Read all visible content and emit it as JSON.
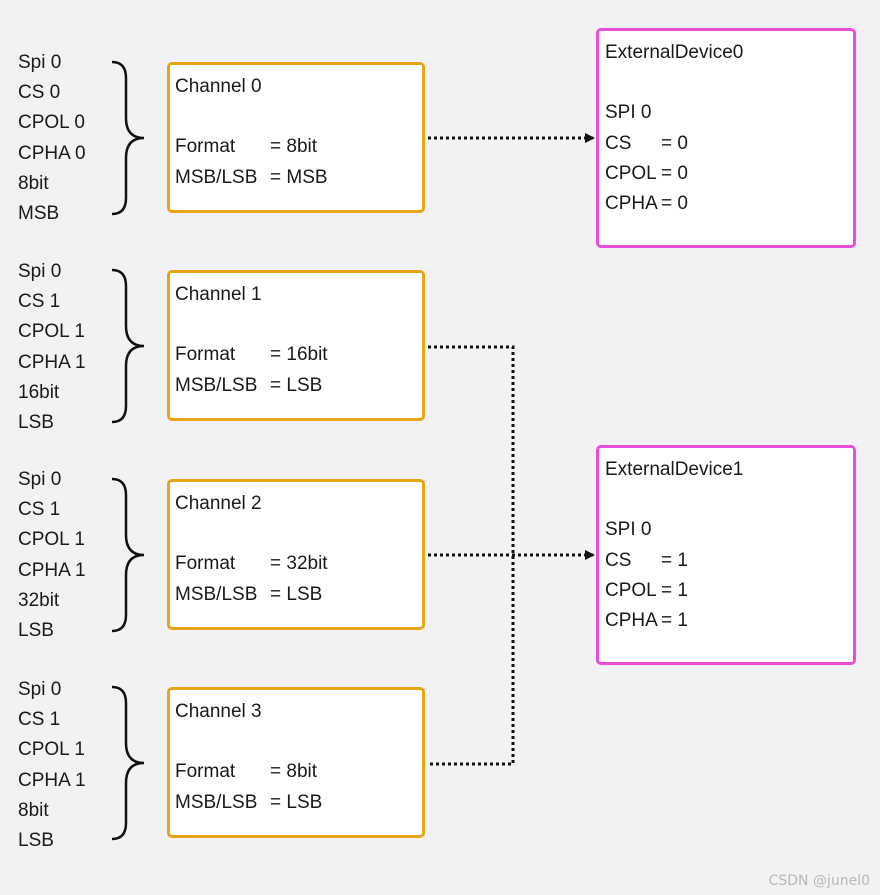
{
  "configs": [
    {
      "lines": [
        "Spi 0",
        "CS 0",
        "CPOL 0",
        "CPHA 0",
        "8bit",
        "MSB"
      ]
    },
    {
      "lines": [
        "Spi 0",
        "CS 1",
        "CPOL 1",
        "CPHA 1",
        "16bit",
        "LSB"
      ]
    },
    {
      "lines": [
        "Spi 0",
        "CS 1",
        "CPOL 1",
        "CPHA 1",
        "32bit",
        "LSB"
      ]
    },
    {
      "lines": [
        "Spi 0",
        "CS 1",
        "CPOL 1",
        "CPHA 1",
        "8bit",
        "LSB"
      ]
    }
  ],
  "channels": [
    {
      "title": "Channel 0",
      "format_label": "Format",
      "format_value": "= 8bit",
      "order_label": "MSB/LSB",
      "order_value": "= MSB"
    },
    {
      "title": "Channel 1",
      "format_label": "Format",
      "format_value": "= 16bit",
      "order_label": "MSB/LSB",
      "order_value": "= LSB"
    },
    {
      "title": "Channel 2",
      "format_label": "Format",
      "format_value": "= 32bit",
      "order_label": "MSB/LSB",
      "order_value": "= LSB"
    },
    {
      "title": "Channel 3",
      "format_label": "Format",
      "format_value": "= 8bit",
      "order_label": "MSB/LSB",
      "order_value": "= LSB"
    }
  ],
  "devices": [
    {
      "title": "ExternalDevice0",
      "spi": "SPI 0",
      "cs_label": "CS",
      "cs_value": "= 0",
      "cpol_label": "CPOL",
      "cpol_value": "= 0",
      "cpha_label": "CPHA",
      "cpha_value": "= 0"
    },
    {
      "title": "ExternalDevice1",
      "spi": "SPI 0",
      "cs_label": "CS",
      "cs_value": "= 1",
      "cpol_label": "CPOL",
      "cpol_value": "= 1",
      "cpha_label": "CPHA",
      "cpha_value": "= 1"
    }
  ],
  "colors": {
    "channel_border": "#e8a317",
    "device_border": "#e84fd8",
    "connector": "#111111"
  },
  "watermark": "CSDN @junel0"
}
